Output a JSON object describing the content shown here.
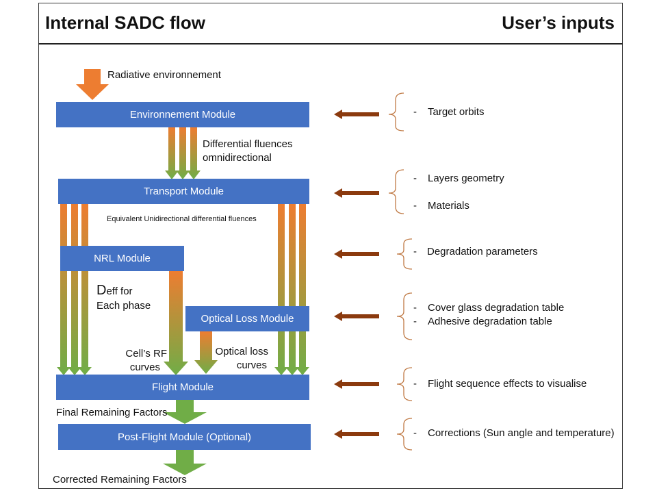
{
  "header": {
    "left_title": "Internal SADC flow",
    "right_title": "User’s inputs"
  },
  "modules": {
    "environment": "Environnement Module",
    "transport": "Transport Module",
    "nrl": "NRL Module",
    "optical_loss": "Optical Loss Module",
    "flight": "Flight Module",
    "post_flight": "Post-Flight Module (Optional)"
  },
  "labels": {
    "radiative": "Radiative environnement",
    "differential_1": "Differential fluences",
    "differential_2": "omnidirectional",
    "equivalent": "Equivalent Unidirectional differential fluences",
    "deff_d": "D",
    "deff_rest": "eff for",
    "each_phase": "Each phase",
    "cells_rf_1": "Cell’s RF",
    "cells_rf_2": "curves",
    "optical_loss_1": "Optical loss",
    "optical_loss_2": "curves",
    "final_remaining": "Final Remaining Factors",
    "corrected_remaining": "Corrected Remaining Factors"
  },
  "inputs": {
    "dash": "-",
    "target_orbits": "Target orbits",
    "layers_geometry": "Layers geometry",
    "materials": "Materials",
    "degradation_parameters": "Degradation parameters",
    "cover_glass": "Cover glass degradation table",
    "adhesive": "Adhesive degradation table",
    "flight_sequence": "Flight sequence effects to visualise",
    "corrections": "Corrections (Sun angle and temperature)"
  },
  "colors": {
    "module_blue": "#4472c4",
    "arrow_orange": "#ed7d31",
    "arrow_green": "#70ad47",
    "input_arrow_brown": "#8b3a0e",
    "bracket": "#c07a45"
  }
}
